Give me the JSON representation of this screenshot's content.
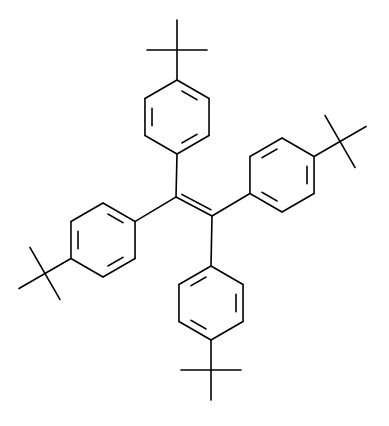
{
  "diagram": {
    "colors": {
      "background": "#ffffff",
      "bonds": "#000000"
    },
    "molecule": {
      "core": "tetraphenylethylene",
      "substituent": "tert-butyl",
      "substituent_position": "para",
      "aryl_group_count": 4,
      "central_bond": "C=C double bond"
    }
  }
}
